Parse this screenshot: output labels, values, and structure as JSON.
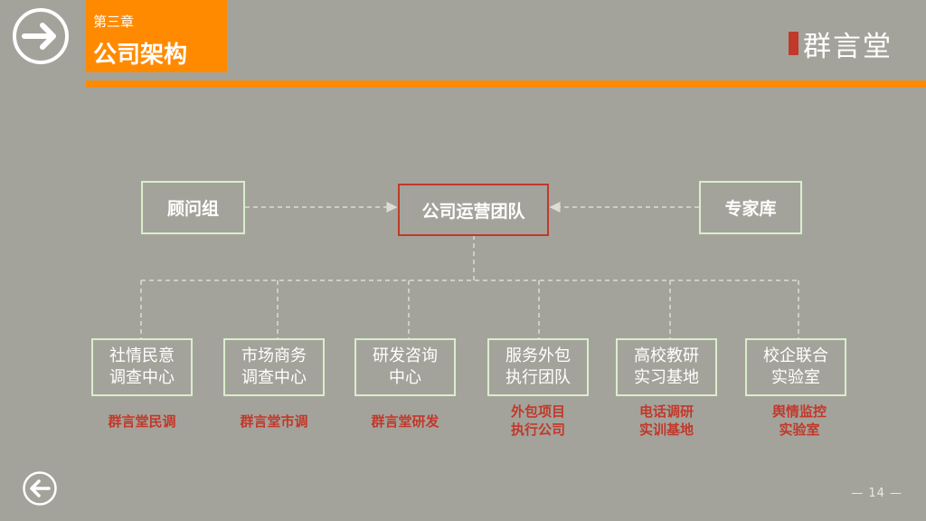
{
  "header": {
    "chapter": "第三章",
    "title": "公司架构",
    "logo_text": "群言堂"
  },
  "top_nodes": {
    "left": "顾问组",
    "center": "公司运营团队",
    "right": "专家库"
  },
  "departments": [
    {
      "name_line1": "社情民意",
      "name_line2": "调查中心",
      "sub_line1": "群言堂民调",
      "sub_line2": ""
    },
    {
      "name_line1": "市场商务",
      "name_line2": "调查中心",
      "sub_line1": "群言堂市调",
      "sub_line2": ""
    },
    {
      "name_line1": "研发咨询",
      "name_line2": "中心",
      "sub_line1": "群言堂研发",
      "sub_line2": ""
    },
    {
      "name_line1": "服务外包",
      "name_line2": "执行团队",
      "sub_line1": "外包项目",
      "sub_line2": "执行公司"
    },
    {
      "name_line1": "高校教研",
      "name_line2": "实习基地",
      "sub_line1": "电话调研",
      "sub_line2": "实训基地"
    },
    {
      "name_line1": "校企联合",
      "name_line2": "实验室",
      "sub_line1": "舆情监控",
      "sub_line2": "实验室"
    }
  ],
  "footer": {
    "page_number": "— 14 —"
  },
  "icons": {
    "next": "arrow-right-circle-icon",
    "prev": "arrow-left-circle-icon"
  },
  "colors": {
    "background": "#a4a39b",
    "accent": "#ff8a00",
    "highlight": "#c0392b",
    "box_border": "#d9eecb"
  }
}
